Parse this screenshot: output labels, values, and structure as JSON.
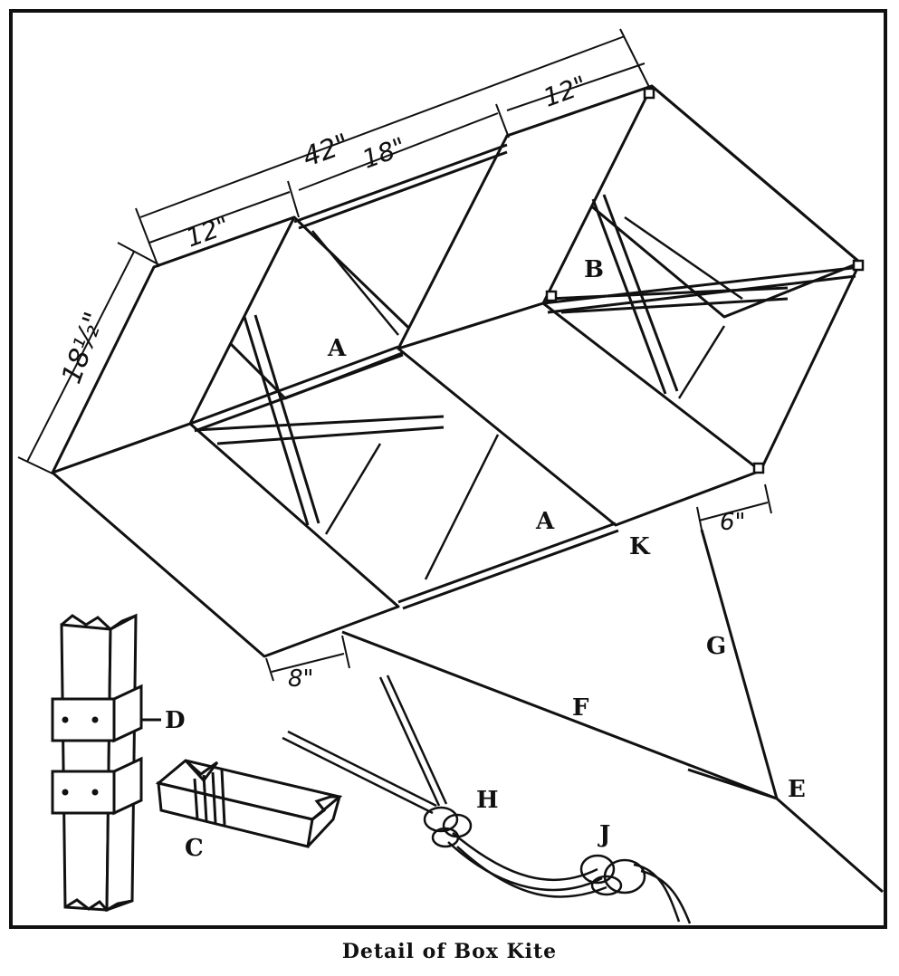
{
  "figure": {
    "caption": "Detail of Box Kite",
    "dimensions": {
      "overall_length": "42\"",
      "front_cell": "12\"",
      "middle_gap": "18\"",
      "rear_cell": "12\"",
      "cell_height": "18½\"",
      "bridle_front": "8\"",
      "bridle_rear": "6\""
    },
    "labels": {
      "a_upper": "A",
      "a_lower": "A",
      "b": "B",
      "k": "K",
      "f": "F",
      "g": "G",
      "e": "E",
      "h": "H",
      "j": "J",
      "d": "D",
      "c": "C"
    }
  }
}
